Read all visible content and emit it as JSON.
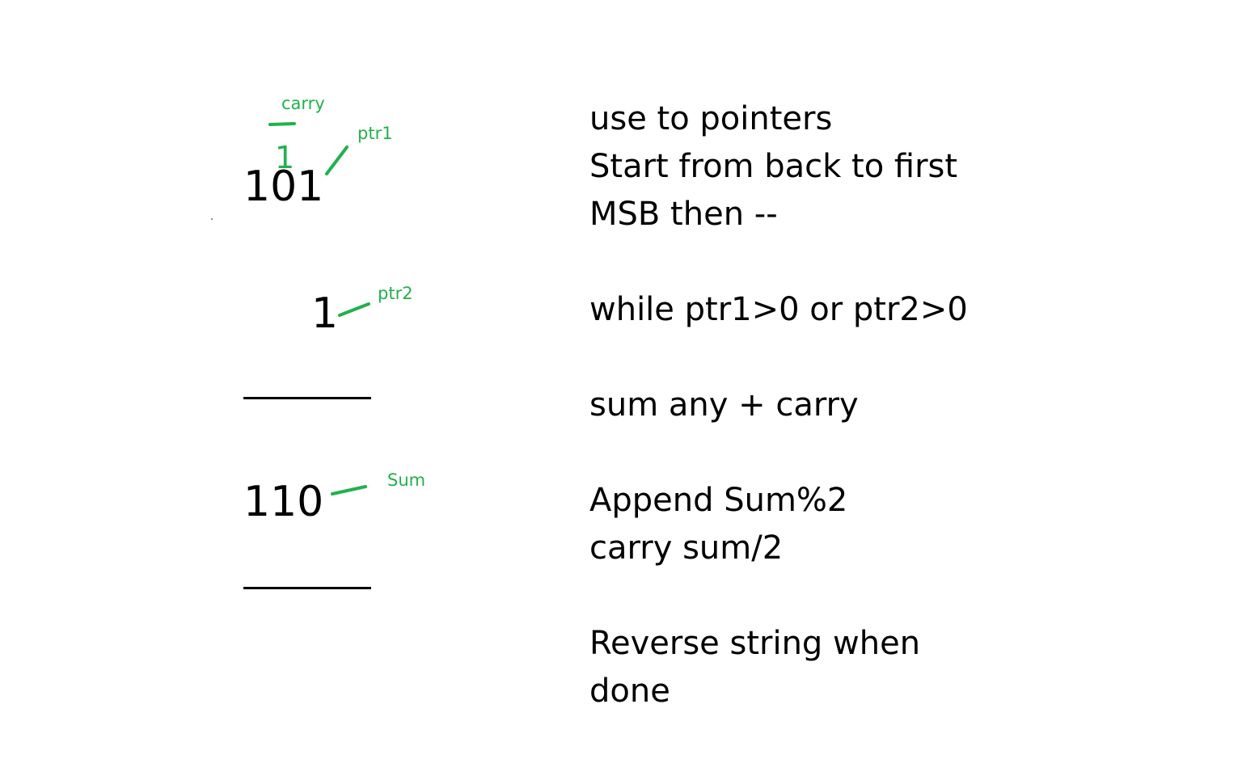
{
  "accent_green": "#22b14c",
  "ink": "#000000",
  "calculation": {
    "operand_1": "101",
    "operand_2": "1",
    "carry_digit": "1",
    "result": "110"
  },
  "annotations": {
    "carry": "carry",
    "ptr1": "ptr1",
    "ptr2": "ptr2",
    "sum": "Sum"
  },
  "notes": {
    "line_1": "use to pointers",
    "line_2": "Start from back to first",
    "line_3": "MSB then --",
    "line_4": "while ptr1>0 or ptr2>0",
    "line_5": "sum any + carry",
    "line_6": "Append Sum%2",
    "line_7": "carry sum/2",
    "line_8": "Reverse string when",
    "line_9": "done"
  }
}
